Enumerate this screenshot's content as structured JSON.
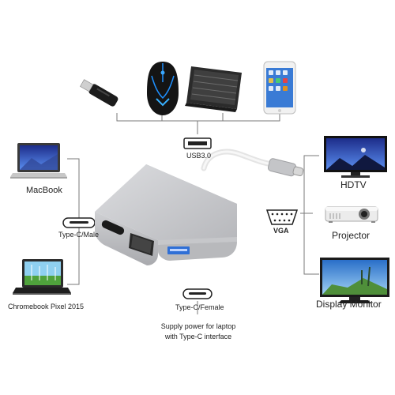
{
  "labels": {
    "usb30": "USB3.0",
    "macbook": "MacBook",
    "typec_male": "Type-C/Male",
    "chromebook": "Chromebook Pixel 2015",
    "typec_female": "Type-C/Female",
    "supply_power": "Supply power for laptop",
    "with_typec": "with Type-C interface",
    "vga": "VGA",
    "hdtv": "HDTV",
    "projector": "Projector",
    "display_monitor": "Display Monitor"
  },
  "colors": {
    "adapter_body": "#c9cacd",
    "adapter_face": "#b7b8bc",
    "usb_port_blue": "#2f6fd6",
    "line": "#7a7a7a",
    "tv_sky": "#3d5fd0",
    "monitor_sky": "#3a82d8"
  },
  "icons": [
    "usb-drive-icon",
    "gaming-mouse-icon",
    "keyboard-icon",
    "smartphone-icon",
    "macbook-icon",
    "chromebook-icon",
    "hdtv-icon",
    "projector-icon",
    "display-monitor-icon",
    "usb-port-icon",
    "typec-port-icon",
    "vga-port-icon",
    "usb-c-adapter-icon"
  ]
}
